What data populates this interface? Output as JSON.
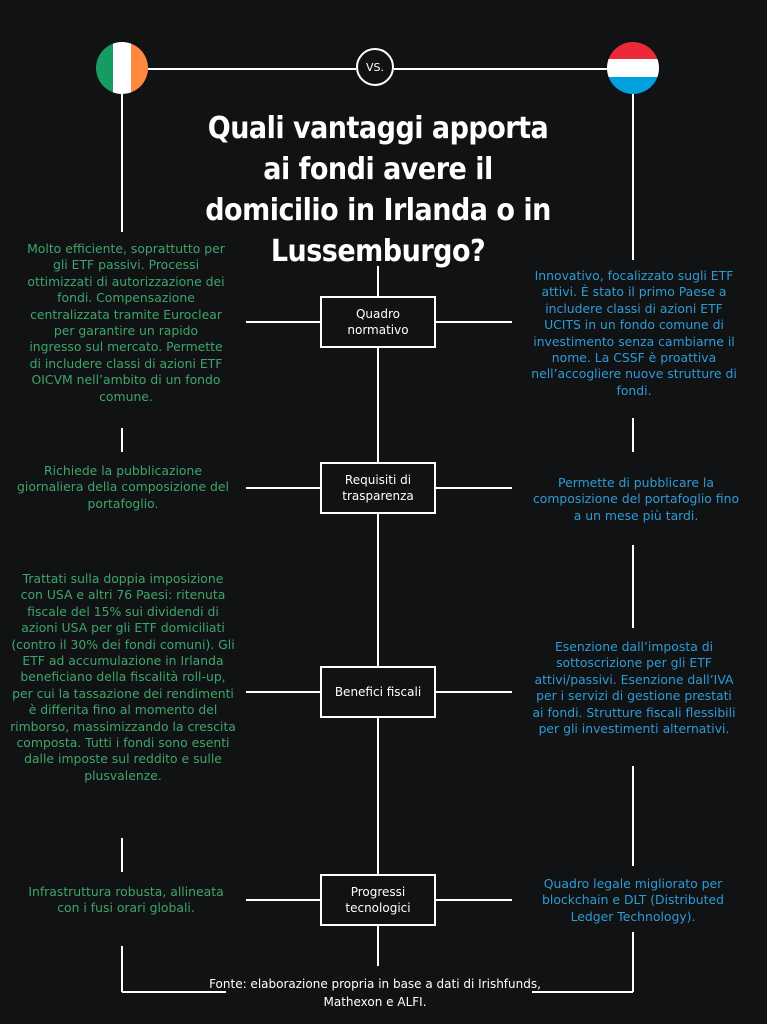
{
  "header": {
    "vs_label": "VS.",
    "title": "Quali vantaggi apporta ai fondi avere il domicilio in Irlanda o in Lussemburgo?"
  },
  "flags": {
    "ireland": [
      "#169b62",
      "#ffffff",
      "#ff883e"
    ],
    "luxembourg": [
      "#ed2939",
      "#ffffff",
      "#00a1de"
    ]
  },
  "colors": {
    "ireland_text": "#3fa56b",
    "luxembourg_text": "#2f9bd6"
  },
  "categories": [
    {
      "label": "Quadro normativo",
      "ireland": "Molto efficiente, soprattutto per gli ETF passivi. Processi ottimizzati di autorizzazione dei fondi. Compensazione centralizzata tramite Euroclear per garantire un rapido ingresso sul mercato. Permette di includere classi di azioni ETF OICVM nell’ambito di un fondo comune.",
      "luxembourg": "Innovativo, focalizzato sugli ETF attivi. È stato il primo Paese a includere classi di azioni ETF UCITS in un fondo comune di investimento senza cambiarne il nome. La CSSF è proattiva nell’accogliere nuove strutture di fondi."
    },
    {
      "label": "Requisiti di trasparenza",
      "ireland": "Richiede la pubblicazione giornaliera della composizione del portafoglio.",
      "luxembourg": "Permette di pubblicare la composizione del portafoglio fino a un mese più tardi."
    },
    {
      "label": "Benefici fiscali",
      "ireland": "Trattati sulla doppia imposizione con USA e altri 76 Paesi: ritenuta fiscale del 15% sui dividendi di azioni USA per gli ETF domiciliati (contro il 30% dei fondi comuni). Gli ETF ad accumulazione in Irlanda beneficiano della fiscalità roll-up, per cui la tassazione dei rendimenti è differita fino al momento del rimborso, massimizzando la crescita composta. Tutti i fondi sono esenti dalle imposte sul reddito e sulle plusvalenze.",
      "luxembourg": "Esenzione dall’imposta di sottoscrizione per gli ETF attivi/passivi. Esenzione dall’IVA per i servizi di gestione prestati ai fondi. Strutture fiscali flessibili per gli investimenti alternativi."
    },
    {
      "label": "Progressi tecnologici",
      "ireland": "Infrastruttura robusta, allineata con i fusi orari globali.",
      "luxembourg": "Quadro legale migliorato per blockchain e DLT (Distributed Ledger Technology)."
    }
  ],
  "footer": {
    "source": "Fonte: elaborazione propria in base a dati di Irishfunds, Mathexon e ALFI."
  }
}
